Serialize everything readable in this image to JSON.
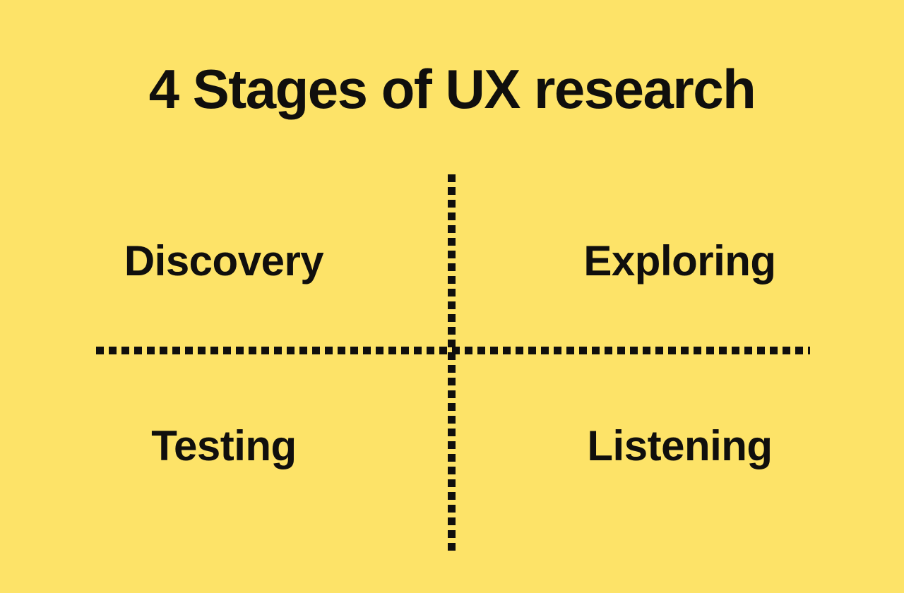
{
  "slide": {
    "title": "4 Stages of UX research",
    "background_color": "#FDE368",
    "text_color": "#100F0D",
    "quadrants": [
      {
        "id": "top-left",
        "label": "Discovery"
      },
      {
        "id": "top-right",
        "label": "Exploring"
      },
      {
        "id": "bottom-left",
        "label": "Testing"
      },
      {
        "id": "bottom-right",
        "label": "Listening"
      }
    ],
    "dividers": {
      "vertical_style": "dotted",
      "horizontal_style": "dotted",
      "dot_color": "#100F0D"
    }
  }
}
